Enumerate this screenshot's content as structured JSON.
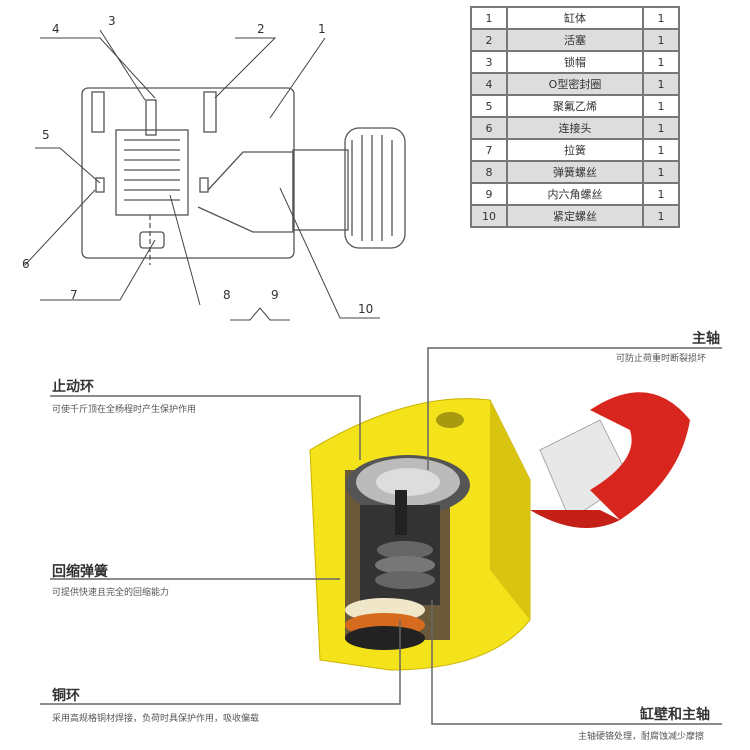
{
  "parts_table": [
    {
      "no": "1",
      "name": "缸体",
      "qty": "1"
    },
    {
      "no": "2",
      "name": "活塞",
      "qty": "1"
    },
    {
      "no": "3",
      "name": "锁帽",
      "qty": "1"
    },
    {
      "no": "4",
      "name": "O型密封圈",
      "qty": "1"
    },
    {
      "no": "5",
      "name": "聚氟乙烯",
      "qty": "1"
    },
    {
      "no": "6",
      "name": "连接头",
      "qty": "1"
    },
    {
      "no": "7",
      "name": "拉簧",
      "qty": "1"
    },
    {
      "no": "8",
      "name": "弹簧螺丝",
      "qty": "1"
    },
    {
      "no": "9",
      "name": "内六角螺丝",
      "qty": "1"
    },
    {
      "no": "10",
      "name": "紧定螺丝",
      "qty": "1"
    }
  ],
  "drawing_labels": [
    "1",
    "2",
    "3",
    "4",
    "5",
    "6",
    "7",
    "8",
    "9",
    "10"
  ],
  "callouts": {
    "main_shaft": {
      "title": "主轴",
      "desc": "可防止荷重时断裂损坏"
    },
    "stop_ring": {
      "title": "止动环",
      "desc": "可使千斤顶在全杨程时产生保护作用"
    },
    "return_spring": {
      "title": "回缩弹簧",
      "desc": "可提供快速且完全的回缩能力"
    },
    "copper_ring": {
      "title": "铜环",
      "desc": "采用高规格铜材焊接，负荷时具保护作用，吸收偏载"
    },
    "wall_shaft": {
      "title": "缸壁和主轴",
      "desc": "主轴硬铬处理，耐腐蚀减少摩擦"
    }
  },
  "colors": {
    "body_yellow": "#f4e21a",
    "coupler_red": "#d8261e",
    "line": "#555555"
  }
}
